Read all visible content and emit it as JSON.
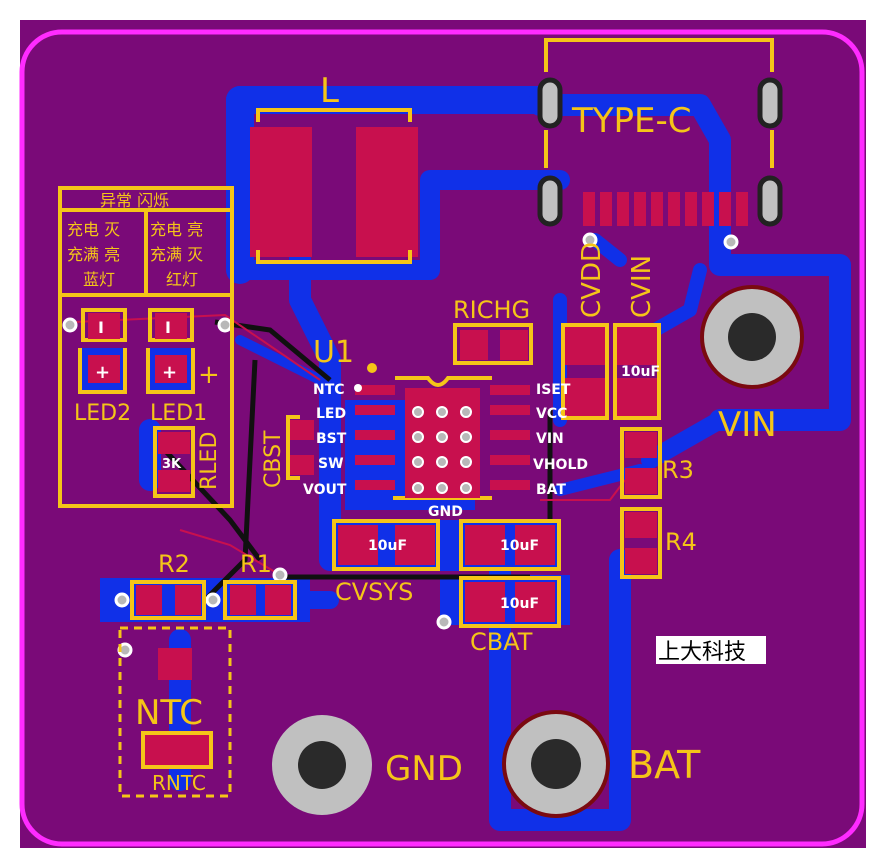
{
  "colors": {
    "board": "#7a0a78",
    "edge": "#ff2bff",
    "copper_top": "#1030e8",
    "pad": "#c8104e",
    "silkscreen": "#f5c518"
  },
  "labels": {
    "inductor": "L",
    "usb": "TYPE-C",
    "cvdd": "CVDD",
    "cvin": "CVIN",
    "cvin_val": "10uF",
    "vin": "VIN",
    "richg": "RICHG",
    "u1": "U1",
    "cbst": "CBST",
    "r3": "R3",
    "r4": "R4",
    "led2": "LED2",
    "led1": "LED1",
    "rled": "RLED",
    "rled_val": "3K",
    "r2": "R2",
    "r1": "R1",
    "cvsys": "CVSYS",
    "cvsys_val": "10uF",
    "c_mid_val": "10uF",
    "cbat": "CBAT",
    "cbat_val": "10uF",
    "ntc": "NTC",
    "rntc": "RNTC",
    "gnd": "GND",
    "bat": "BAT",
    "brand": "上大科技",
    "plus": "+",
    "minus": "I"
  },
  "table": {
    "title": "异常 闪烁",
    "rows": [
      [
        "充电 灭",
        "充电 亮"
      ],
      [
        "充满 亮",
        "充满 灭"
      ],
      [
        "蓝灯",
        "红灯"
      ]
    ]
  },
  "chip": {
    "left_pins": [
      "NTC",
      "LED",
      "BST",
      "SW",
      "VOUT"
    ],
    "right_pins": [
      "ISET",
      "VCC",
      "VIN",
      "VHOLD",
      "BAT"
    ],
    "bottom": "GND"
  }
}
